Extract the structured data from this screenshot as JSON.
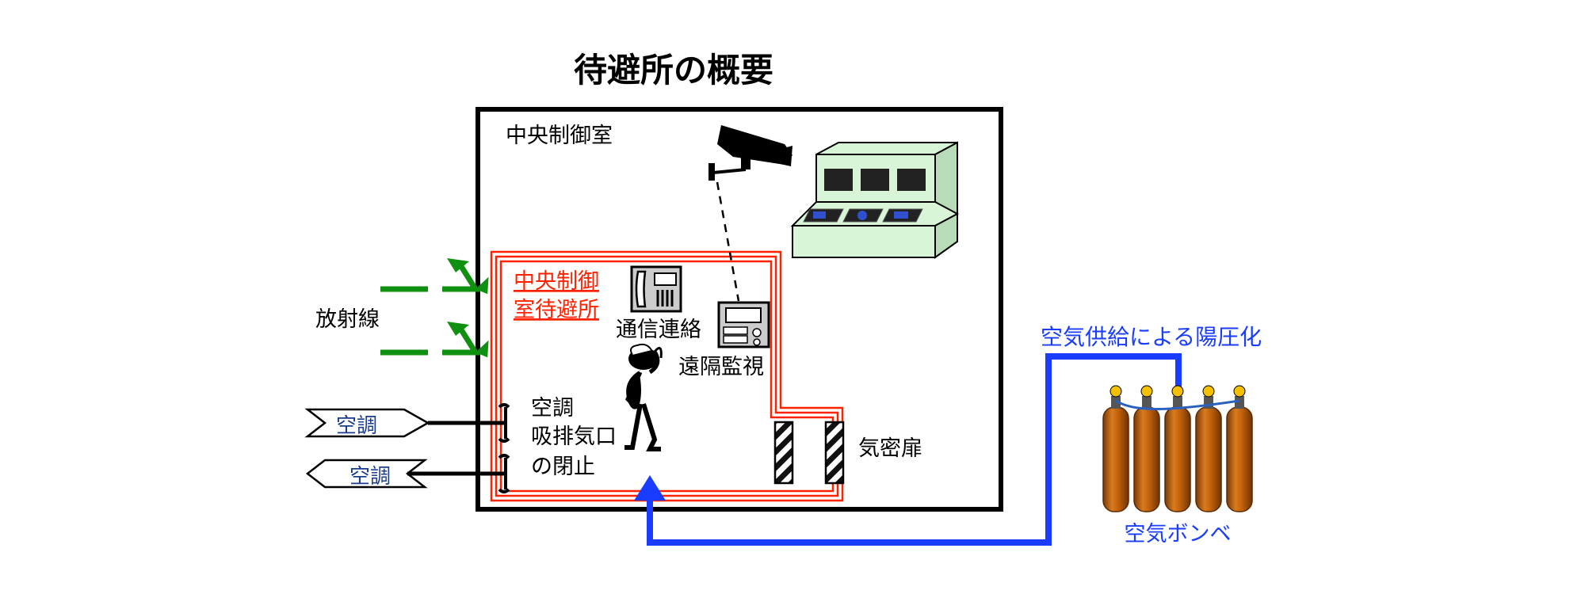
{
  "title": "待避所の概要",
  "room_label": "中央制御室",
  "shelter_label_line1": "中央制御",
  "shelter_label_line2": "室待避所",
  "radiation_label": "放射線",
  "hvac_in_label": "空調",
  "hvac_out_label": "空調",
  "intake_label_line1": "空調",
  "intake_label_line2": "吸排気口",
  "intake_label_line3": "の閉止",
  "comms_label": "通信連絡",
  "monitor_label": "遠隔監視",
  "airlock_label": "気密扉",
  "pressurization_label": "空気供給による陽圧化",
  "cylinders_label": "空気ボンベ",
  "colors": {
    "shelter_wall": "#ff2200",
    "radiation_arrow": "#109010",
    "air_supply": "#1a3cff",
    "cylinder_body": "#c0600a",
    "console": "#d8f5d8",
    "hvac_text": "#1a3c8c"
  }
}
